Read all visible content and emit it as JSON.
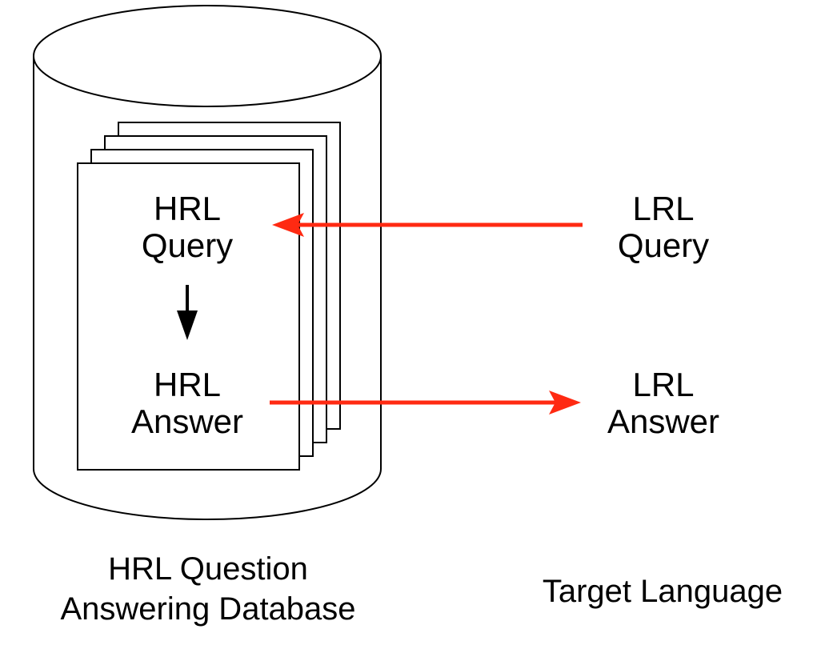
{
  "database": {
    "query_line1": "HRL",
    "query_line2": "Query",
    "answer_line1": "HRL",
    "answer_line2": "Answer",
    "caption_line1": "HRL Question",
    "caption_line2": "Answering Database"
  },
  "target": {
    "query_line1": "LRL",
    "query_line2": "Query",
    "answer_line1": "LRL",
    "answer_line2": "Answer",
    "caption": "Target Language"
  },
  "colors": {
    "outline": "#000000",
    "arrow_red": "#ff2a12",
    "arrow_black": "#000000",
    "background": "#ffffff"
  }
}
